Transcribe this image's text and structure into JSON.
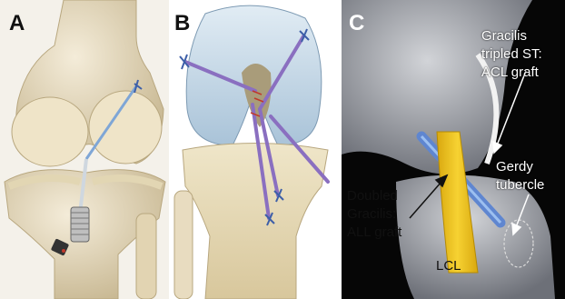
{
  "figure": {
    "panels": [
      {
        "letter": "A"
      },
      {
        "letter": "B"
      },
      {
        "letter": "C"
      }
    ],
    "annotations": {
      "acl_graft": [
        "Gracilis",
        "tripled ST:",
        "ACL graft"
      ],
      "gerdy": [
        "Gerdy",
        "tubercle"
      ],
      "all_graft": [
        "Doubled",
        "Gracilis:",
        "ALL graft"
      ],
      "lcl": "LCL"
    }
  },
  "colors": {
    "bone": "#e7dcc0",
    "cartilage": "#c7dbea",
    "graft_purple": "#8a6fc0",
    "suture_blue": "#3d5fa8",
    "lcl_yellow": "#f0c21a",
    "panel_c_bone": "#8c8c8c"
  }
}
